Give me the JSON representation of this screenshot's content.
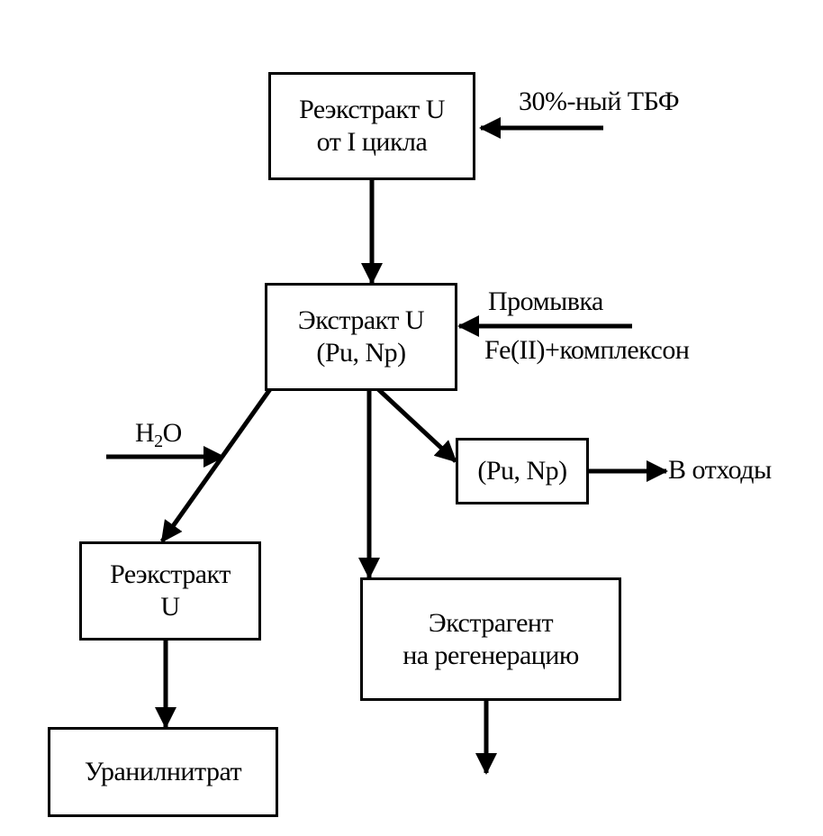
{
  "boxes": {
    "reextract_cycle1": {
      "line1": "Реэкстракт U",
      "line2": "от I цикла"
    },
    "extract": {
      "line1": "Экстракт U",
      "line2": "(Pu, Np)"
    },
    "pu_np": {
      "line1": "(Pu, Np)"
    },
    "reextract_u": {
      "line1": "Реэкстракт",
      "line2": "U"
    },
    "extractant": {
      "line1": "Экстрагент",
      "line2": "на регенерацию"
    },
    "uranyl_nitrate": {
      "line1": "Уранилнитрат"
    }
  },
  "labels": {
    "tbp": "30%-ный ТБФ",
    "wash_line1": "Промывка",
    "wash_line2": "Fe(II)+комплексон",
    "water_main": "H",
    "water_sub": "2",
    "water_tail": "O",
    "waste": "В отходы"
  }
}
